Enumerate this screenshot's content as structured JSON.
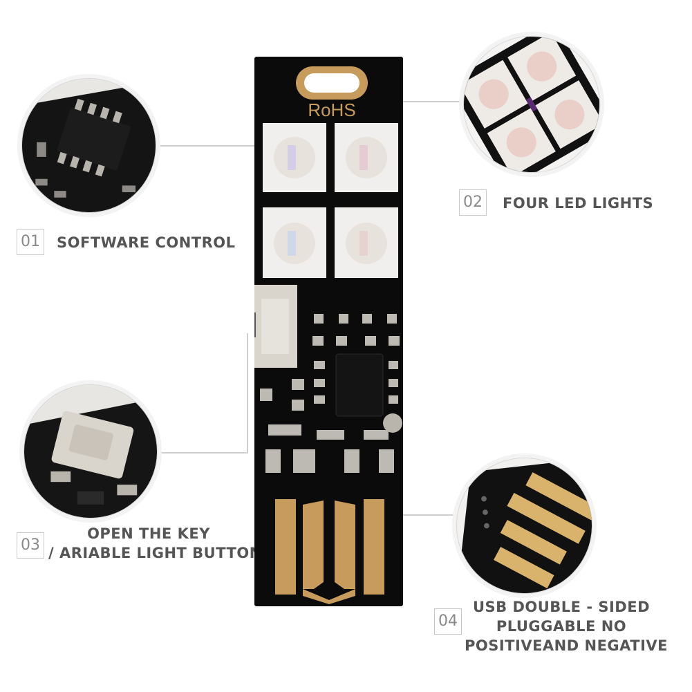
{
  "board": {
    "marking": "RoHS"
  },
  "callouts": [
    {
      "number": "01",
      "lines": [
        "SOFTWARE CONTROL"
      ]
    },
    {
      "number": "02",
      "lines": [
        "FOUR LED LIGHTS"
      ]
    },
    {
      "number": "03",
      "lines": [
        "OPEN THE KEY",
        "/ ARIABLE LIGHT BUTTON"
      ]
    },
    {
      "number": "04",
      "lines": [
        "USB DOUBLE - SIDED",
        "PLUGGABLE NO",
        "POSITIVEAND NEGATIVE"
      ]
    }
  ],
  "colors": {
    "board": "#0b0b0b",
    "gold_pad": "#c79b5c",
    "led_body": "#f1efed",
    "label_text": "#555555",
    "leader_line": "#cfcfcf"
  }
}
